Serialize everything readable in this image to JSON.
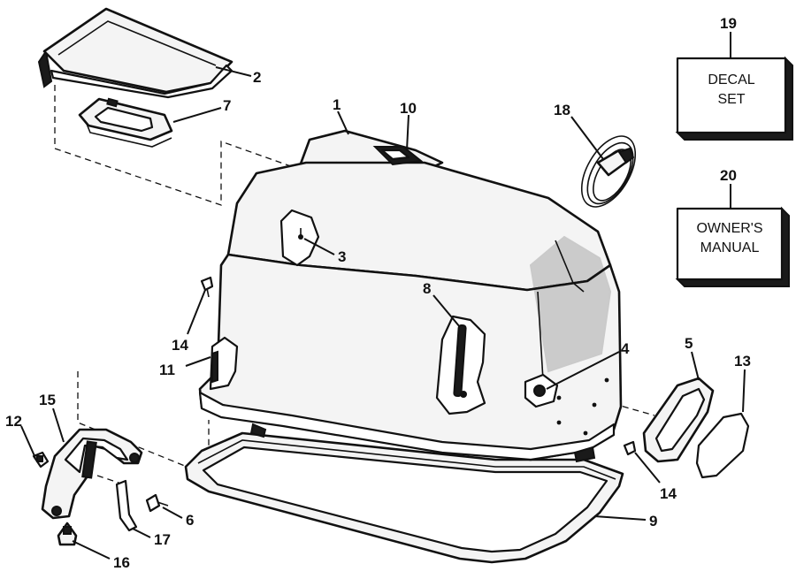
{
  "callouts": {
    "c1": "1",
    "c2": "2",
    "c3": "3",
    "c4": "4",
    "c5": "5",
    "c6": "6",
    "c7": "7",
    "c8": "8",
    "c9": "9",
    "c10": "10",
    "c11": "11",
    "c12": "12",
    "c13": "13",
    "c14a": "14",
    "c14b": "14",
    "c15": "15",
    "c16": "16",
    "c17": "17",
    "c18": "18",
    "c19": "19",
    "c20": "20"
  },
  "boxes": {
    "decal": {
      "line1": "DECAL",
      "line2": "SET"
    },
    "manual": {
      "line1": "OWNER'S",
      "line2": "MANUAL"
    }
  }
}
